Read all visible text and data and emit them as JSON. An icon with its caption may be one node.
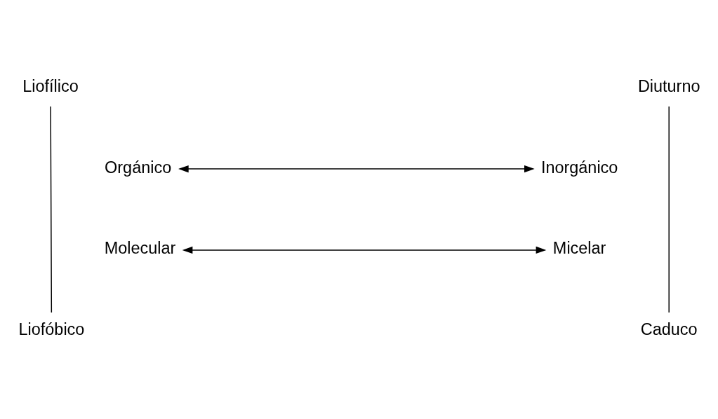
{
  "diagram": {
    "nodes": [
      {
        "text": [
          "Liofílico"
        ]
      },
      {
        "text": [
          "Diuturno"
        ]
      },
      {
        "text": [
          "Orgánico"
        ]
      },
      {
        "text": [
          "Inorgánico"
        ]
      },
      {
        "text": [
          "Molecular"
        ]
      },
      {
        "text": [
          "Micelar"
        ]
      },
      {
        "text": [
          "Liofóbico"
        ]
      },
      {
        "text": [
          "Caduco"
        ]
      }
    ],
    "edges": [
      {
        "from": 2,
        "to": 3,
        "arrow": "both"
      },
      {
        "from": 4,
        "to": 5,
        "arrow": "both"
      },
      {
        "from": 0,
        "to": 6,
        "arrow": "none"
      },
      {
        "from": 1,
        "to": 7,
        "arrow": "none"
      }
    ]
  }
}
